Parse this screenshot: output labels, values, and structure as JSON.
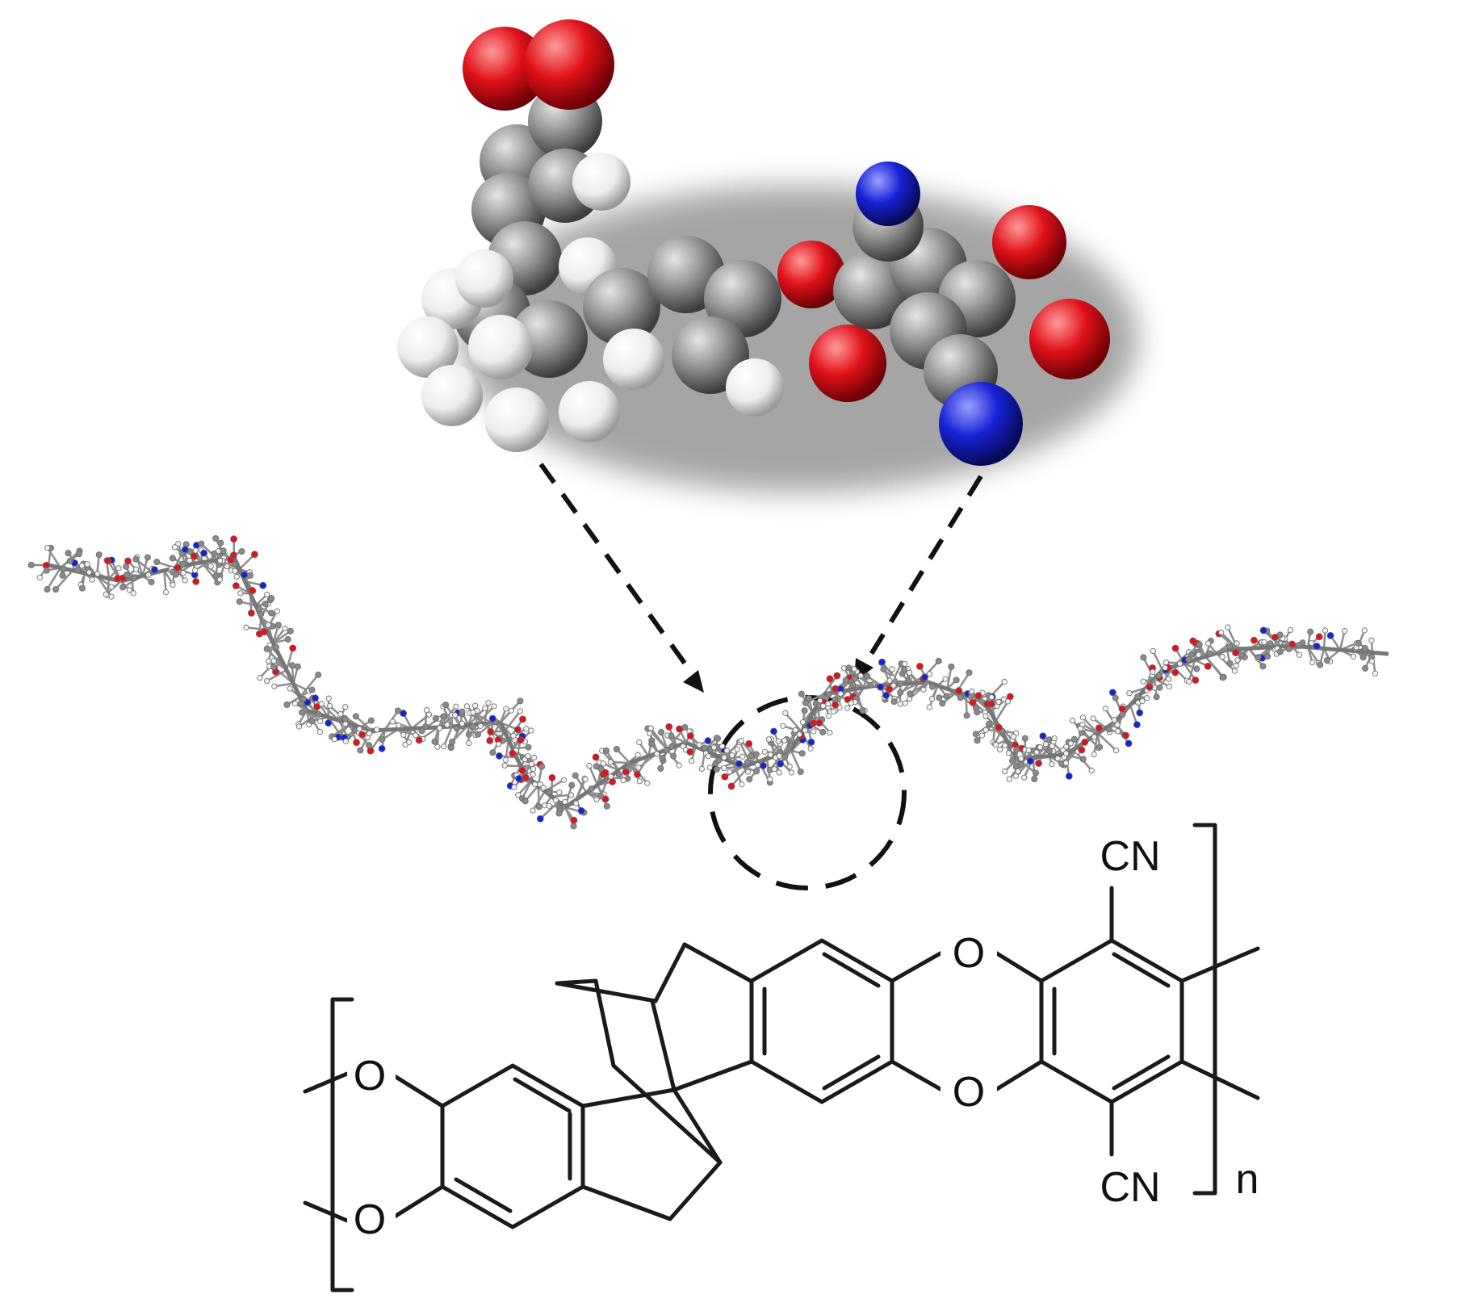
{
  "labels": {
    "cn_top": "CN",
    "cn_bottom": "CN",
    "o_right_top": "O",
    "o_right_bottom": "O",
    "o_left_top": "O",
    "o_left_bottom": "O",
    "repeat_n": "n"
  },
  "colors": {
    "carbon": "#8a8a8a",
    "oxygen": "#e0121a",
    "nitrogen": "#1622d6",
    "hydrogen": "#f2f2f2",
    "bond": "#1a1a1a"
  }
}
